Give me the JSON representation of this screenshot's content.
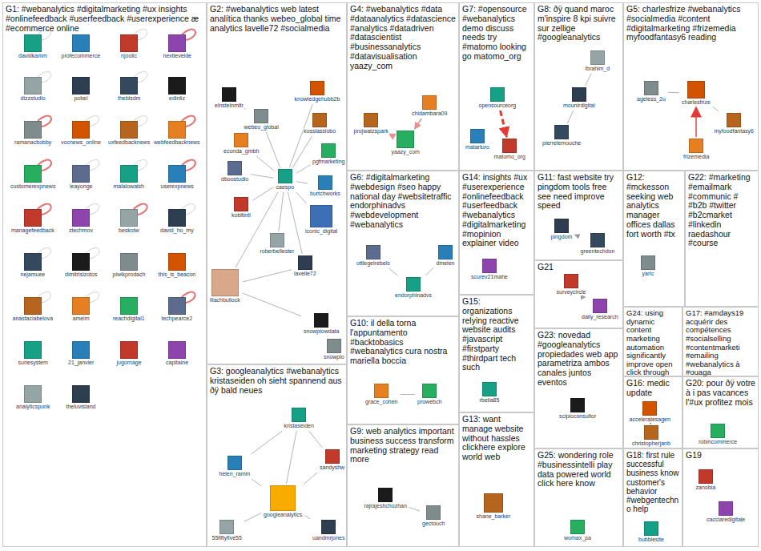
{
  "diagram": {
    "nodes": [
      {
        "text": [
          "G1: #webanalytics #digitalmarketing #ux insights #onlinefeedback #userfeedback #userexperience æ #ecommerce online"
        ]
      },
      {
        "text": [
          "davidkamm"
        ],
        "in": 0
      },
      {
        "text": [
          "profecommerce"
        ],
        "in": 0
      },
      {
        "text": [
          "njoolic"
        ],
        "in": 0
      },
      {
        "text": [
          "nextlevelde"
        ],
        "in": 0
      },
      {
        "text": [
          "dizzstudio"
        ],
        "in": 0
      },
      {
        "text": [
          "pobel"
        ],
        "in": 0
      },
      {
        "text": [
          "theblsdm"
        ],
        "in": 0
      },
      {
        "text": [
          "edinliz"
        ],
        "in": 0
      },
      {
        "text": [
          "ramanacbobby"
        ],
        "in": 0
      },
      {
        "text": [
          "vocnews_online"
        ],
        "in": 0
      },
      {
        "text": [
          "uxfeedbacknews"
        ],
        "in": 0
      },
      {
        "text": [
          "webfeedbacknews"
        ],
        "in": 0
      },
      {
        "text": [
          "customerexpnews"
        ],
        "in": 0
      },
      {
        "text": [
          "leayonge"
        ],
        "in": 0
      },
      {
        "text": [
          "malalowalsh"
        ],
        "in": 0
      },
      {
        "text": [
          "userexpnews"
        ],
        "in": 0
      },
      {
        "text": [
          "managefeedback"
        ],
        "in": 0
      },
      {
        "text": [
          "ztechmov"
        ],
        "in": 0
      },
      {
        "text": [
          "beskotw"
        ],
        "in": 0
      },
      {
        "text": [
          "david_ho_my"
        ],
        "in": 0
      },
      {
        "text": [
          "nejamuee"
        ],
        "in": 0
      },
      {
        "text": [
          "dimitrisizotos"
        ],
        "in": 0
      },
      {
        "text": [
          "piwikprodach"
        ],
        "in": 0
      },
      {
        "text": [
          "this_is_beacon"
        ],
        "in": 0
      },
      {
        "text": [
          "anastaciabelova"
        ],
        "in": 0
      },
      {
        "text": [
          "ameim"
        ],
        "in": 0
      },
      {
        "text": [
          "reachdigital1"
        ],
        "in": 0
      },
      {
        "text": [
          "techpearce2"
        ],
        "in": 0
      },
      {
        "text": [
          "sunesystem"
        ],
        "in": 0
      },
      {
        "text": [
          "21_janvier"
        ],
        "in": 0
      },
      {
        "text": [
          "jugornage"
        ],
        "in": 0
      },
      {
        "text": [
          "capitaine"
        ],
        "in": 0
      },
      {
        "text": [
          "analyticspunk"
        ],
        "in": 0
      },
      {
        "text": [
          "theluvisland"
        ],
        "in": 0
      },
      {
        "text": [
          "G2: #webanalytics web latest analítica thanks webeo_global time analytics lavelle72 #socialmedia"
        ]
      },
      {
        "text": [
          "elnstelnmltr"
        ],
        "in": 35
      },
      {
        "text": [
          "webeo_global"
        ],
        "in": 35
      },
      {
        "text": [
          "knowledgehubb2b"
        ],
        "in": 35
      },
      {
        "text": [
          "kosslasslobo"
        ],
        "in": 35
      },
      {
        "text": [
          "econda_gmbh"
        ],
        "in": 35
      },
      {
        "text": [
          "pgfmarketing"
        ],
        "in": 35
      },
      {
        "text": [
          "dboostudio"
        ],
        "in": 35
      },
      {
        "text": [
          "caespo"
        ],
        "in": 35
      },
      {
        "text": [
          "burtchworks"
        ],
        "in": 35
      },
      {
        "text": [
          "kobltintl"
        ],
        "in": 35
      },
      {
        "text": [
          "iconic_digital"
        ],
        "in": 35
      },
      {
        "text": [
          "roberbellester"
        ],
        "in": 35
      },
      {
        "text": [
          "lavelle72"
        ],
        "in": 35
      },
      {
        "text": [
          "lilachbullock"
        ],
        "in": 35
      },
      {
        "text": [
          "snowplowdata"
        ],
        "in": 35
      },
      {
        "text": [
          "snowplo"
        ],
        "in": 35
      },
      {
        "text": [
          "G4: #webanalytics #data #dataanalytics #datascience #analytics #datadriven #datascientist #businessanalytics #datavisualisation yaazy_com"
        ]
      },
      {
        "text": [
          "projwatzspark"
        ],
        "in": 52
      },
      {
        "text": [
          "chidambara09"
        ],
        "in": 52
      },
      {
        "text": [
          "yaazy_com"
        ],
        "in": 52
      },
      {
        "text": [
          "G7: #opensource #webanalytics demo discuss needs try #matomo looking go matomo_org"
        ]
      },
      {
        "text": [
          "opensourceorg"
        ],
        "in": 56
      },
      {
        "text": [
          "matarturo"
        ],
        "in": 56
      },
      {
        "text": [
          "matomo_org"
        ],
        "in": 56
      },
      {
        "text": [
          "G8: ðÿ quand maroc m'inspire 8 kpi suivre sur zellige #googleanalytics"
        ]
      },
      {
        "text": [
          "ibrahim_d"
        ],
        "in": 60
      },
      {
        "text": [
          "mounirdigital"
        ],
        "in": 60
      },
      {
        "text": [
          "pierrelemouche"
        ],
        "in": 60
      },
      {
        "text": [
          "G5: charlesfrize #webanalytics #socialmedia #content #digitalmarketing #frizemedia myfoodfantasy6 reading"
        ]
      },
      {
        "text": [
          "ageless_2u"
        ],
        "in": 64
      },
      {
        "text": [
          "charlesfrize"
        ],
        "in": 64
      },
      {
        "text": [
          "myfoodfantasy6"
        ],
        "in": 64
      },
      {
        "text": [
          "frizemedia"
        ],
        "in": 64
      },
      {
        "text": [
          "G6: #digitalmarketing #webdesign #seo happy national day #websitetraffic endorphinadvs #webdevelopment #webanalytics"
        ]
      },
      {
        "text": [
          "ottlegelrebels"
        ],
        "in": 69
      },
      {
        "text": [
          "endorphinadvs"
        ],
        "in": 69
      },
      {
        "text": [
          "dmelen"
        ],
        "in": 69
      },
      {
        "text": [
          "G14: insights #ux #userexperience #onlinefeedback #userfeedback #webanalytics #digitalmarketing #mopinion explainer video"
        ]
      },
      {
        "text": [
          "scurev21mahe"
        ],
        "in": 73
      },
      {
        "text": [
          "G11: fast website try pingdom tools free see need improve speed"
        ]
      },
      {
        "text": [
          "pingdom"
        ],
        "in": 75
      },
      {
        "text": [
          "greentechdon"
        ],
        "in": 75
      },
      {
        "text": [
          "G12: #mckesson seeking web analytics manager offices dallas fort worth #tx"
        ]
      },
      {
        "text": [
          "yarlc"
        ],
        "in": 78
      },
      {
        "text": [
          "G22: #marketing #emailmark #communic # #b2b #twitter #b2cmarket #linkedin raedashour #course"
        ]
      },
      {
        "text": [
          "G10: il della torna l'appuntamento #backtobasics #webanalytics cura nostra mariella boccia"
        ]
      },
      {
        "text": [
          "grace_cohen"
        ],
        "in": 81
      },
      {
        "text": [
          "prowebch"
        ],
        "in": 81
      },
      {
        "text": [
          "G15: organizations relying reactive website audits #javascript #firstparty #thirdpart tech such"
        ]
      },
      {
        "text": [
          "rbelia85"
        ],
        "in": 84
      },
      {
        "text": [
          "G21"
        ]
      },
      {
        "text": [
          "surveycircle"
        ],
        "in": 86
      },
      {
        "text": [
          "daily_research"
        ],
        "in": 86
      },
      {
        "text": [
          "G24: using dynamic content marketing automation significantly improve open click through"
        ]
      },
      {
        "text": [
          "G17: #amdays19 acquérir des compétences #socialselling #contentmarketi #emailing #webanalytics à #ouaga"
        ]
      },
      {
        "text": [
          "G23: novedad #googleanalytics propiedades web app parametriza ambos canales juntos eventos"
        ]
      },
      {
        "text": [
          "scipioconsultor"
        ],
        "in": 91
      },
      {
        "text": [
          "G16: medic update"
        ]
      },
      {
        "text": [
          "acceleratesagen"
        ],
        "in": 93
      },
      {
        "text": [
          "christopherjanb"
        ],
        "in": 93
      },
      {
        "text": [
          "G20: pour ðÿ votre à i pas vacances l'#ux profitez mois"
        ]
      },
      {
        "text": [
          "robincommerce"
        ],
        "in": 96
      },
      {
        "text": [
          "G3: googleanalytics #webanalytics kristaseiden oh sieht spannend aus ðÿ bald neues"
        ]
      },
      {
        "text": [
          "kristaseiden"
        ],
        "in": 98
      },
      {
        "text": [
          "helen_ramm"
        ],
        "in": 98
      },
      {
        "text": [
          "sandyshw"
        ],
        "in": 98
      },
      {
        "text": [
          "googleanalytics"
        ],
        "in": 98
      },
      {
        "text": [
          "55fiftyfive55"
        ],
        "in": 98
      },
      {
        "text": [
          "uandmrjones"
        ],
        "in": 98
      },
      {
        "text": [
          "G9: web analytics important business success transform marketing strategy read more"
        ]
      },
      {
        "text": [
          "rajrajeshchozhan"
        ],
        "in": 105
      },
      {
        "text": [
          "gectouch"
        ],
        "in": 105
      },
      {
        "text": [
          "G13: want manage website without hassles clickhere explore world web"
        ]
      },
      {
        "text": [
          "shane_barker"
        ],
        "in": 108
      },
      {
        "text": [
          "G25: wondering role #businessintelli play data powered world click here know"
        ]
      },
      {
        "text": [
          "womax_pa"
        ],
        "in": 110
      },
      {
        "text": [
          "G18: first rule successful business know customer's behavior #webgentechno help"
        ]
      },
      {
        "text": [
          "bubblesite"
        ],
        "in": 112
      },
      {
        "text": [
          "G19"
        ]
      },
      {
        "text": [
          "zanobia"
        ],
        "in": 114
      },
      {
        "text": [
          "cacciaredigitale"
        ],
        "in": 114
      }
    ],
    "edges": [
      {
        "from": 36,
        "to": 37,
        "arrow": "none"
      },
      {
        "from": 37,
        "to": 43,
        "arrow": "none"
      },
      {
        "from": 40,
        "to": 43,
        "arrow": "none"
      },
      {
        "from": 39,
        "to": 43,
        "arrow": "none"
      },
      {
        "from": 38,
        "to": 43,
        "arrow": "none"
      },
      {
        "from": 41,
        "to": 43,
        "arrow": "none"
      },
      {
        "from": 42,
        "to": 43,
        "arrow": "none"
      },
      {
        "from": 44,
        "to": 43,
        "arrow": "none"
      },
      {
        "from": 45,
        "to": 43,
        "arrow": "none"
      },
      {
        "from": 46,
        "to": 43,
        "arrow": "none"
      },
      {
        "from": 47,
        "to": 43,
        "arrow": "none"
      },
      {
        "from": 48,
        "to": 43,
        "arrow": "none"
      },
      {
        "from": 49,
        "to": 43,
        "arrow": "none"
      },
      {
        "from": 49,
        "to": 48,
        "arrow": "none"
      },
      {
        "from": 50,
        "to": 49,
        "arrow": "none"
      },
      {
        "from": 51,
        "to": 50,
        "arrow": "none"
      },
      {
        "from": 53,
        "to": 55,
        "arrow": "to"
      },
      {
        "from": 54,
        "to": 55,
        "arrow": "to"
      },
      {
        "from": 57,
        "to": 59,
        "arrow": "to"
      },
      {
        "from": 58,
        "to": 59,
        "arrow": "none"
      },
      {
        "from": 61,
        "to": 62,
        "arrow": "none"
      },
      {
        "from": 63,
        "to": 62,
        "arrow": "none"
      },
      {
        "from": 65,
        "to": 66,
        "arrow": "none"
      },
      {
        "from": 67,
        "to": 66,
        "arrow": "none"
      },
      {
        "from": 68,
        "to": 66,
        "arrow": "to"
      },
      {
        "from": 70,
        "to": 71,
        "arrow": "none"
      },
      {
        "from": 71,
        "to": 72,
        "arrow": "none"
      },
      {
        "from": 77,
        "to": 76,
        "arrow": "to"
      },
      {
        "from": 82,
        "to": 83,
        "arrow": "none"
      },
      {
        "from": 88,
        "to": 87,
        "arrow": "to"
      },
      {
        "from": 95,
        "to": 94,
        "arrow": "to"
      },
      {
        "from": 99,
        "to": 102,
        "arrow": "none"
      },
      {
        "from": 100,
        "to": 102,
        "arrow": "none"
      },
      {
        "from": 101,
        "to": 102,
        "arrow": "none"
      },
      {
        "from": 103,
        "to": 102,
        "arrow": "none"
      },
      {
        "from": 104,
        "to": 102,
        "arrow": "none"
      },
      {
        "from": 100,
        "to": 99,
        "arrow": "none"
      },
      {
        "from": 101,
        "to": 99,
        "arrow": "none"
      },
      {
        "from": 106,
        "to": 107,
        "arrow": "none"
      }
    ]
  }
}
